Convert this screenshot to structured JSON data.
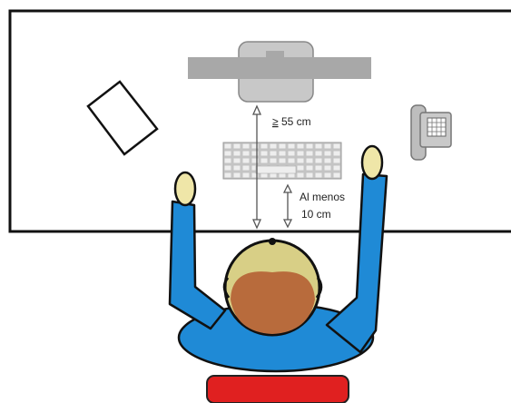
{
  "labels": {
    "monitor_distance_symbol": "≥",
    "monitor_distance_value": "55 cm",
    "keyboard_distance_line1": "Al menos",
    "keyboard_distance_line2": "10 cm"
  },
  "colors": {
    "desk_outline": "#111111",
    "monitor": "#a8a8a8",
    "monitor_base": "#c8c8c8",
    "keyboard": "#c4c4c4",
    "person_shirt": "#1f8ad6",
    "person_hair": "#d8cf86",
    "person_face": "#b86b3c",
    "hands": "#efe6a8",
    "chair": "#e02020"
  }
}
